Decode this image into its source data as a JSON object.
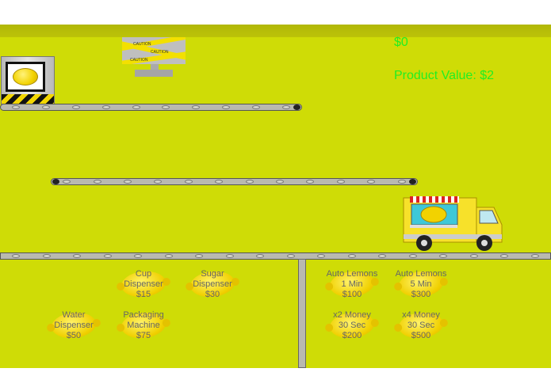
{
  "hud": {
    "money": "$0",
    "product_value": "Product Value: $2"
  },
  "shop": {
    "left": [
      {
        "name": "Cup",
        "name2": "Dispenser",
        "price": "$15"
      },
      {
        "name": "Sugar",
        "name2": "Dispenser",
        "price": "$30"
      },
      {
        "name": "Water",
        "name2": "Dispenser",
        "price": "$50"
      },
      {
        "name": "Packaging",
        "name2": "Machine",
        "price": "$75"
      }
    ],
    "right": [
      {
        "name": "Auto Lemons",
        "name2": "1 Min",
        "price": "$100"
      },
      {
        "name": "Auto Lemons",
        "name2": "5 Min",
        "price": "$300"
      },
      {
        "name": "x2 Money",
        "name2": "30 Sec",
        "price": "$200"
      },
      {
        "name": "x4 Money",
        "name2": "30 Sec",
        "price": "$500"
      }
    ]
  },
  "caution_text": "CAUTION",
  "colors": {
    "background": "#cfdc06",
    "hud_text": "#22ee22",
    "lemon": "#f2d200"
  }
}
